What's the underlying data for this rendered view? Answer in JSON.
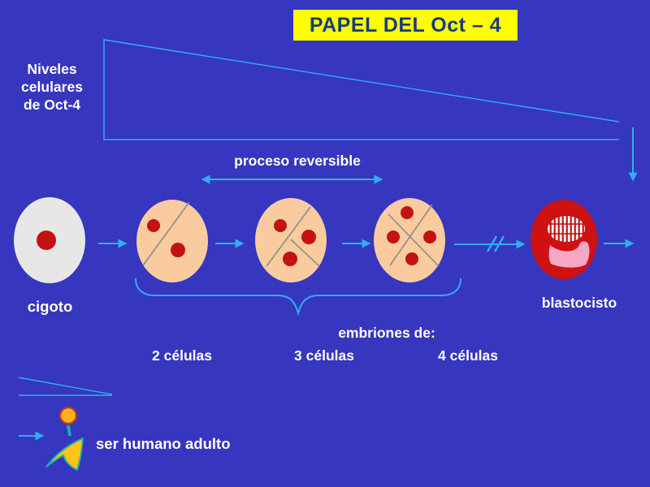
{
  "title": "PAPEL DEL Oct – 4",
  "y_axis": {
    "lines": [
      "Niveles",
      "celulares",
      "de Oct-4"
    ]
  },
  "process": {
    "label": "proceso reversible"
  },
  "stages": [
    {
      "label": "cigoto",
      "nuclei": 1
    },
    {
      "label": "2 células",
      "nuclei": 2
    },
    {
      "label": "3 células",
      "nuclei": 3
    },
    {
      "label": "4 células",
      "nuclei": 4
    },
    {
      "label": "blastocisto"
    }
  ],
  "embryos_caption": "embriones de:",
  "adult": {
    "label": "ser humano adulto"
  },
  "colors": {
    "background": "#3636BF",
    "accent_cyan": "#2FB0EE",
    "title_bg": "#FFFF00",
    "title_text": "#173D7A",
    "text_white": "#FFFFFF",
    "embryo_fill": "#F9CB9F",
    "division_line": "#8C8C8C",
    "nucleus_red": "#C41111",
    "zygote_fill": "#E7E7E7",
    "blastocyst_red": "#CE1111",
    "trophoblast_pink": "#F7A6C6",
    "head_orange": "#FFB01E",
    "head_outline": "#B03A2E",
    "figure_teal": "#18B0A8",
    "figure_yellow": "#FFC414"
  }
}
